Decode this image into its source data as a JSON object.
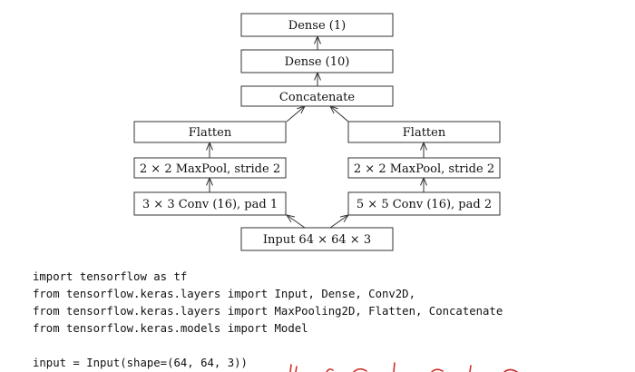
{
  "diagram": {
    "nodes": {
      "dense1": "Dense (1)",
      "dense10": "Dense (10)",
      "concat": "Concatenate",
      "flatten_left": "Flatten",
      "flatten_right": "Flatten",
      "pool_left": "2 × 2 MaxPool, stride 2",
      "pool_right": "2 × 2 MaxPool, stride 2",
      "conv_left": "3 × 3 Conv (16), pad 1",
      "conv_right": "5 × 5 Conv (16), pad 2",
      "input": "Input 64 × 64 × 3"
    }
  },
  "code": {
    "lines": [
      "import tensorflow as tf",
      "from tensorflow.keras.layers import Input, Dense, Conv2D,",
      "from tensorflow.keras.layers import MaxPooling2D, Flatten, Concatenate",
      "from tensorflow.keras.models import Model",
      "",
      "input = Input(shape=(64, 64, 3))"
    ]
  },
  "colors": {
    "line": "#333333",
    "text": "#111111",
    "handwriting": "#d0312d"
  }
}
